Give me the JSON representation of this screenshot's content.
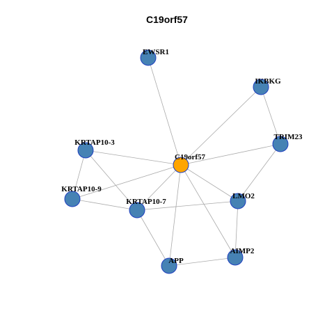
{
  "title": "C19orf57",
  "colors": {
    "hub_fill": "#FFA500",
    "node_fill": "#4682B4",
    "node_stroke": "#1F3FBF",
    "hub_stroke": "#1F3FBF",
    "edge": "#AAAAAA"
  },
  "nodes": [
    {
      "id": "C19orf57",
      "label": "C19orf57",
      "hub": true
    },
    {
      "id": "EWSR1",
      "label": "EWSR1",
      "hub": false
    },
    {
      "id": "IKBKG",
      "label": "IKBKG",
      "hub": false
    },
    {
      "id": "TRIM23",
      "label": "TRIM23",
      "hub": false
    },
    {
      "id": "KRTAP10-3",
      "label": "KRTAP10-3",
      "hub": false
    },
    {
      "id": "KRTAP10-9",
      "label": "KRTAP10-9",
      "hub": false
    },
    {
      "id": "KRTAP10-7",
      "label": "KRTAP10-7",
      "hub": false
    },
    {
      "id": "LMO2",
      "label": "LMO2",
      "hub": false
    },
    {
      "id": "AIMP2",
      "label": "AIMP2",
      "hub": false
    },
    {
      "id": "APP",
      "label": "APP",
      "hub": false
    }
  ],
  "edges": [
    [
      "C19orf57",
      "EWSR1"
    ],
    [
      "C19orf57",
      "IKBKG"
    ],
    [
      "C19orf57",
      "TRIM23"
    ],
    [
      "C19orf57",
      "KRTAP10-3"
    ],
    [
      "C19orf57",
      "KRTAP10-9"
    ],
    [
      "C19orf57",
      "KRTAP10-7"
    ],
    [
      "C19orf57",
      "LMO2"
    ],
    [
      "C19orf57",
      "AIMP2"
    ],
    [
      "C19orf57",
      "APP"
    ],
    [
      "IKBKG",
      "TRIM23"
    ],
    [
      "TRIM23",
      "LMO2"
    ],
    [
      "KRTAP10-3",
      "KRTAP10-9"
    ],
    [
      "KRTAP10-3",
      "KRTAP10-7"
    ],
    [
      "KRTAP10-9",
      "KRTAP10-7"
    ],
    [
      "KRTAP10-7",
      "LMO2"
    ],
    [
      "KRTAP10-7",
      "APP"
    ],
    [
      "LMO2",
      "AIMP2"
    ],
    [
      "AIMP2",
      "APP"
    ]
  ]
}
